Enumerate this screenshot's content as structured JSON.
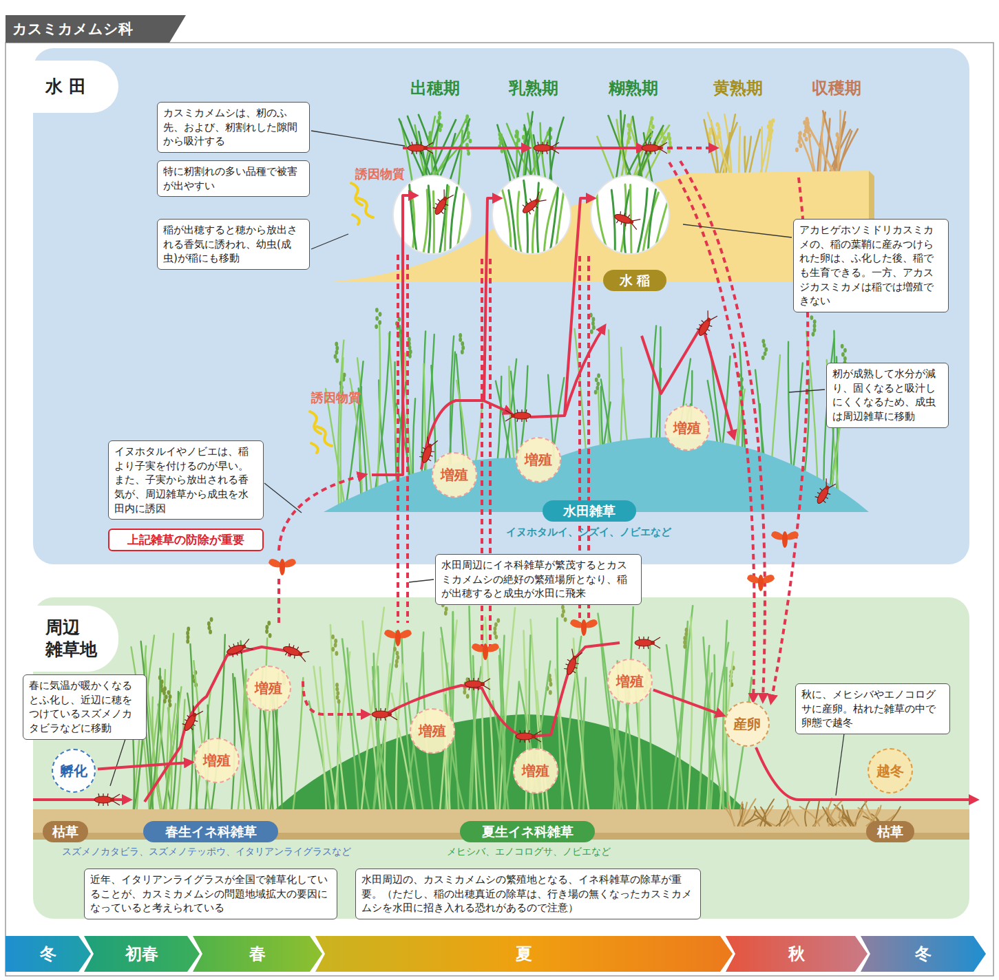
{
  "diagram": {
    "title": "カスミカメムシ科",
    "nodes": [
      {
        "text": [
          "水 田"
        ]
      },
      {
        "text": [
          "カスミカメムシは、籾のふ先、および、籾割れした隙間から吸汁する"
        ],
        "in": 0
      },
      {
        "text": [
          "特に籾割れの多い品種で被害が出やすい"
        ],
        "in": 0
      },
      {
        "text": [
          "稲が出穂すると穂から放出される香気に誘われ、幼虫(成虫)が稲にも移動"
        ],
        "in": 0
      },
      {
        "text": [
          "アカヒゲホソミドリカスミカメの、稲の葉鞘に産みつけられた卵は、ふ化した後、稲でも生育できる。一方、アカスジカスミカメは稲では増殖できない"
        ],
        "in": 0
      },
      {
        "text": [
          "籾が成熟して水分が減り、固くなると吸汁しにくくなるため、成虫は周辺雑草に移動"
        ],
        "in": 0
      },
      {
        "text": [
          "イヌホタルイやノビエは、稲より子実を付けるのが早い。また、子実から放出される香気が、周辺雑草から成虫を水田内に誘因"
        ],
        "in": 0
      },
      {
        "text": [
          "上記雑草の防除が重要"
        ],
        "in": 0
      },
      {
        "text": [
          "水 稲"
        ],
        "in": 0
      },
      {
        "text": [
          "増殖"
        ],
        "in": 0
      },
      {
        "text": [
          "増殖"
        ],
        "in": 0
      },
      {
        "text": [
          "増殖"
        ],
        "in": 0
      },
      {
        "text": [
          "水田雑草"
        ],
        "in": 0
      },
      {
        "text": [
          "水田周辺にイネ科雑草が繁茂するとカスミカメムシの絶好の繁殖場所となり、稲が出穂すると成虫が水田に飛来"
        ]
      },
      {
        "text": [
          "周辺 雑草地"
        ]
      },
      {
        "text": [
          "春に気温が暖かくなるとふ化し、近辺に穂をつけているスズメノカタビラなどに移動"
        ],
        "in": 14
      },
      {
        "text": [
          "孵化"
        ],
        "in": 14
      },
      {
        "text": [
          "増殖"
        ],
        "in": 14
      },
      {
        "text": [
          "増殖"
        ],
        "in": 14
      },
      {
        "text": [
          "増殖"
        ],
        "in": 14
      },
      {
        "text": [
          "増殖"
        ],
        "in": 14
      },
      {
        "text": [
          "増殖"
        ],
        "in": 14
      },
      {
        "text": [
          "産卵"
        ],
        "in": 14
      },
      {
        "text": [
          "越冬"
        ],
        "in": 14
      },
      {
        "text": [
          "秋に、メヒシバやエノコログサに産卵。枯れた雑草の中で卵態で越冬"
        ],
        "in": 14
      },
      {
        "text": [
          "枯草"
        ],
        "in": 14
      },
      {
        "text": [
          "春生イネ科雑草"
        ],
        "in": 14
      },
      {
        "text": [
          "夏生イネ科雑草"
        ],
        "in": 14
      },
      {
        "text": [
          "枯草"
        ],
        "in": 14
      },
      {
        "text": [
          "近年、イタリアンライグラスが全国で雑草化していることが、カスミカメムシの問題地域拡大の要因になっていると考えられている"
        ],
        "in": 14
      },
      {
        "text": [
          "水田周辺の、カスミカメムシの繁殖地となる、イネ科雑草の除草が重要。（ただし、稲の出穂真近の除草は、行き場の無くなったカスミカメムシを水田に招き入れる恐れがあるので注意）"
        ],
        "in": 14
      },
      {
        "text": [
          "冬"
        ]
      },
      {
        "text": [
          "初春"
        ]
      },
      {
        "text": [
          "春"
        ]
      },
      {
        "text": [
          "夏"
        ]
      },
      {
        "text": [
          "秋"
        ]
      },
      {
        "text": [
          "冬"
        ]
      }
    ],
    "edges": [
      {
        "from": 16,
        "to": 17,
        "arrow": "to"
      },
      {
        "from": 21,
        "to": 22,
        "arrow": "to"
      }
    ],
    "labels": [
      "出穂期",
      "乳熟期",
      "糊熟期",
      "黄熟期",
      "収穫期",
      "誘因物質",
      "誘因物質",
      "イヌホタルイ、シズイ、ノビエなど",
      "スズメノカタビラ、スズメノテッポウ、イタリアンライグラスなど",
      "メヒシバ、エノコログサ、ノビエなど"
    ]
  }
}
